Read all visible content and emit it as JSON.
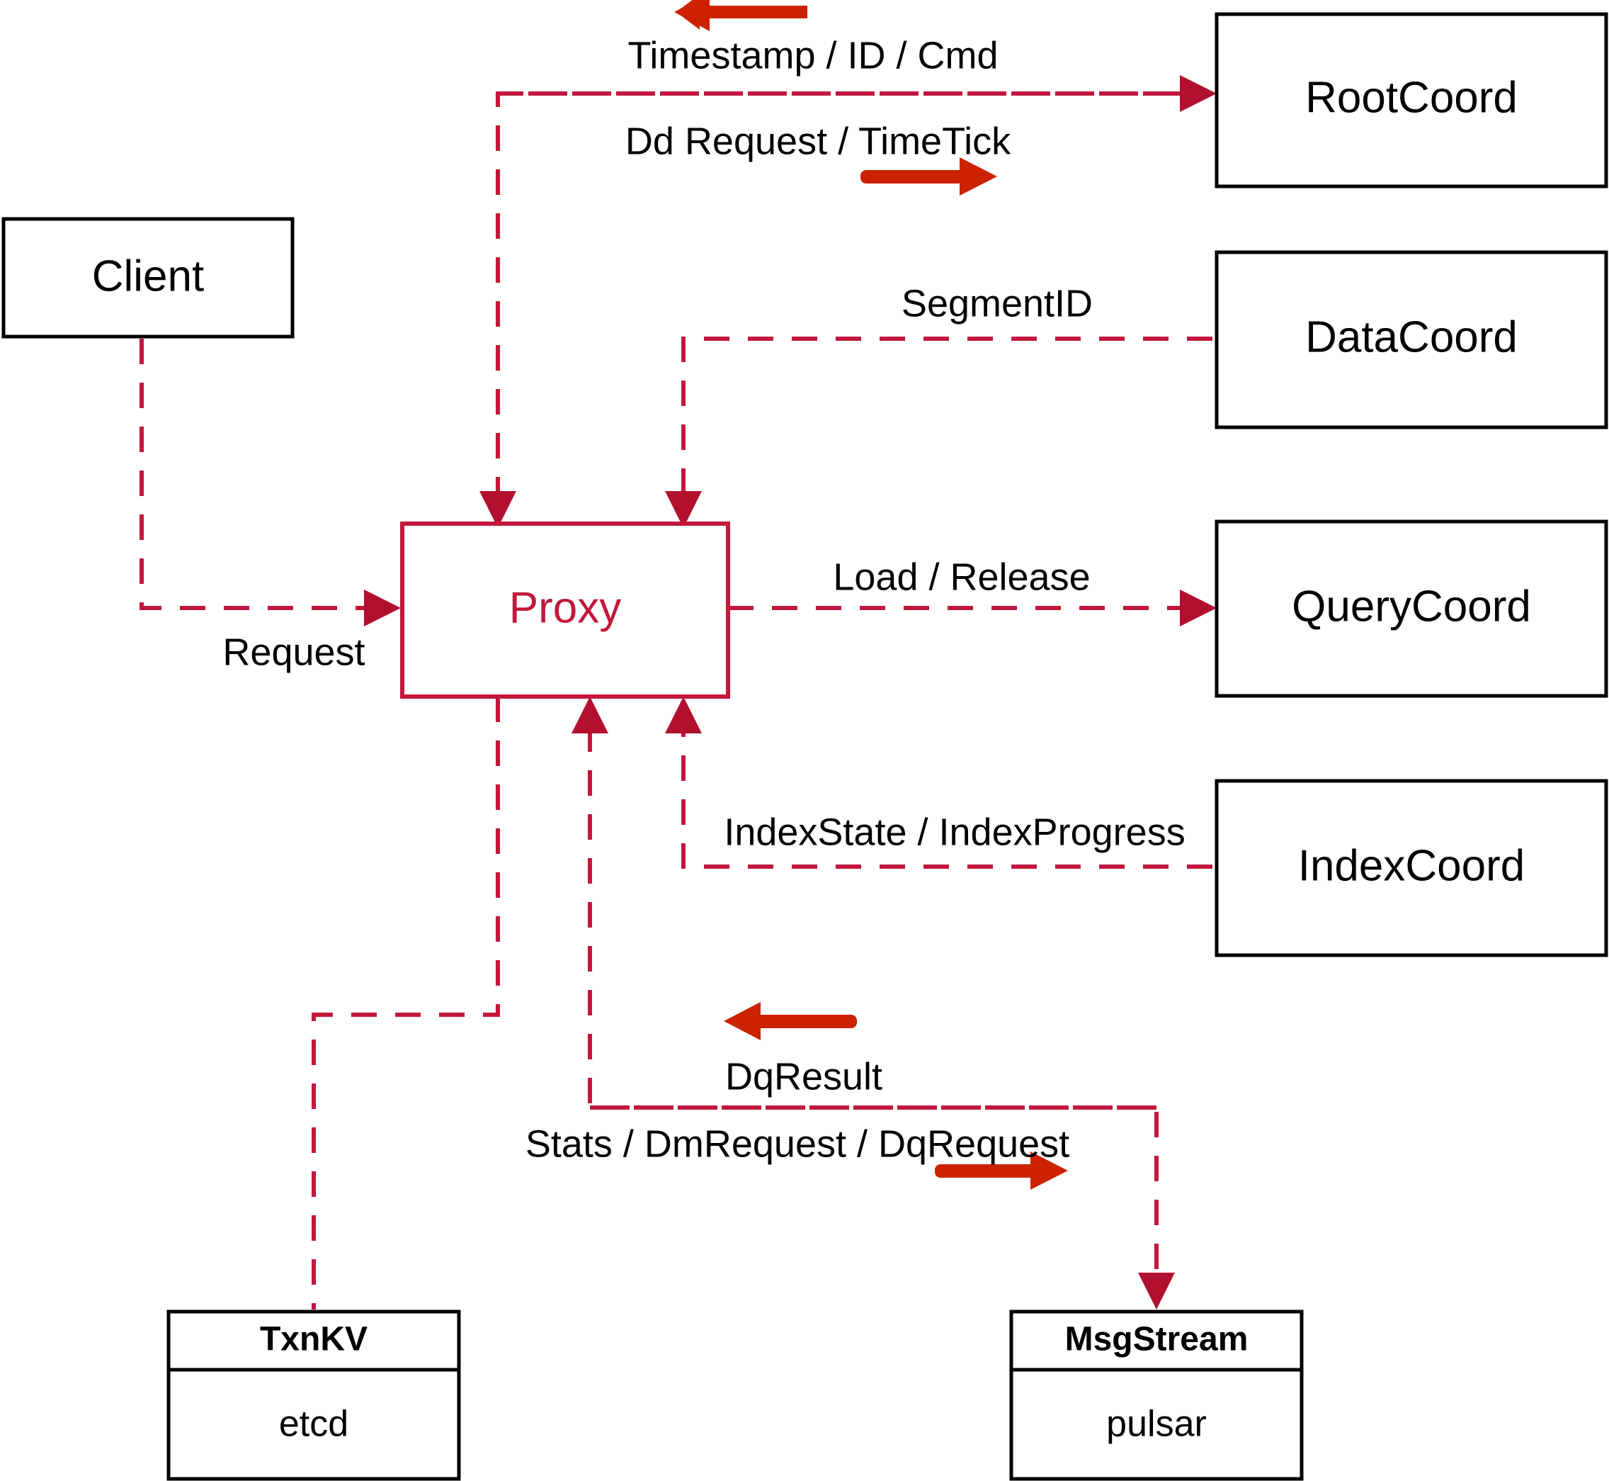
{
  "diagram": {
    "title": "Milvus Proxy interaction diagram",
    "colors": {
      "accent": "#c2183c",
      "arrow": "#cc2200",
      "node_stroke": "#000000",
      "background": "#ffffff"
    },
    "nodes": {
      "client": {
        "label": "Client"
      },
      "proxy": {
        "label": "Proxy"
      },
      "root_coord": {
        "label": "RootCoord"
      },
      "data_coord": {
        "label": "DataCoord"
      },
      "query_coord": {
        "label": "QueryCoord"
      },
      "index_coord": {
        "label": "IndexCoord"
      },
      "txn_kv": {
        "title": "TxnKV",
        "impl": "etcd"
      },
      "msg_stream": {
        "title": "MsgStream",
        "impl": "pulsar"
      }
    },
    "edges": [
      {
        "id": "root-to-proxy",
        "label": "Timestamp / ID / Cmd",
        "from": "RootCoord",
        "to": "Proxy",
        "direction": "left"
      },
      {
        "id": "proxy-to-root",
        "label": "Dd Request / TimeTick",
        "from": "Proxy",
        "to": "RootCoord",
        "direction": "right"
      },
      {
        "id": "data-to-proxy",
        "label": "SegmentID",
        "from": "DataCoord",
        "to": "Proxy",
        "direction": "left"
      },
      {
        "id": "client-to-proxy",
        "label": "Request",
        "from": "Client",
        "to": "Proxy",
        "direction": "right"
      },
      {
        "id": "proxy-to-query",
        "label": "Load / Release",
        "from": "Proxy",
        "to": "QueryCoord",
        "direction": "right"
      },
      {
        "id": "index-to-proxy",
        "label": "IndexState / IndexProgress",
        "from": "IndexCoord",
        "to": "Proxy",
        "direction": "left"
      },
      {
        "id": "stream-to-proxy",
        "label": "DqResult",
        "from": "MsgStream",
        "to": "Proxy",
        "direction": "left"
      },
      {
        "id": "proxy-to-stream",
        "label": "Stats / DmRequest / DqRequest",
        "from": "Proxy",
        "to": "MsgStream",
        "direction": "right"
      },
      {
        "id": "proxy-to-txnkv",
        "label": "",
        "from": "Proxy",
        "to": "TxnKV",
        "direction": "none"
      }
    ]
  }
}
